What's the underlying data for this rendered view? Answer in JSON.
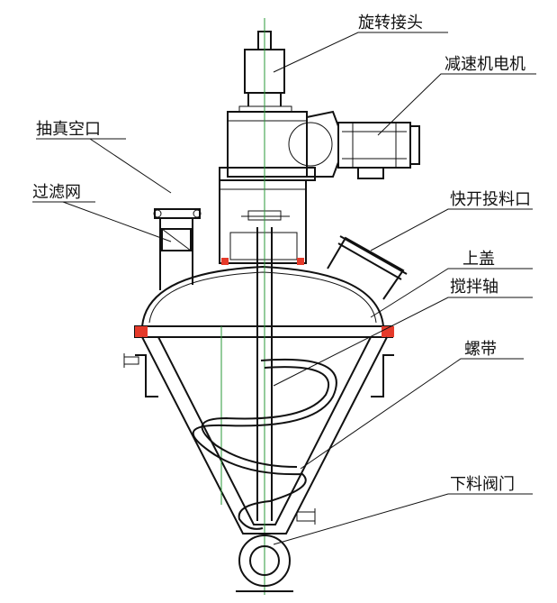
{
  "labels": {
    "rotary_joint": "旋转接头",
    "gear_motor": "减速机电机",
    "vacuum_port": "抽真空口",
    "filter_net": "过滤网",
    "quick_feed_port": "快开投料口",
    "top_cover": "上盖",
    "stirring_shaft": "搅拌轴",
    "spiral_belt": "螺带",
    "discharge_valve": "下料阀门"
  },
  "colors": {
    "line": "#111111",
    "flange": "#e53a2a",
    "centerline": "#2a9a3a",
    "background": "#ffffff"
  }
}
